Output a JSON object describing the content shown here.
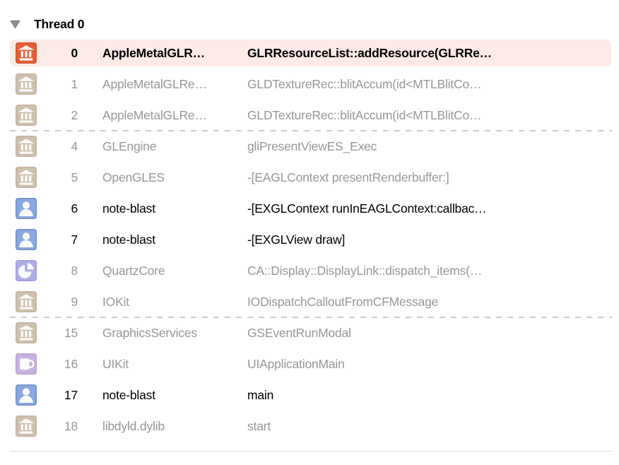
{
  "header": {
    "title": "Thread 0",
    "disclosure_icon": "triangle-down",
    "expanded": true
  },
  "colors": {
    "highlight_row_bg": "#fceae7",
    "gray_text": "#97979c",
    "black_text": "#000000",
    "separator": "#cccccc",
    "icon_orange": "#e2603c",
    "icon_beige": "#cdc0af",
    "icon_blue": "#8aa8dc",
    "icon_blue_border": "#7191c8",
    "icon_periwinkle": "#b0ade3",
    "icon_lilac": "#c7b2df"
  },
  "stack_frames": [
    {
      "index": "0",
      "module": "AppleMetalGLR…",
      "function": "GLRResourceList::addResource(GLRRe…",
      "icon": "bank",
      "icon_name": "framework-bank-icon-orange",
      "icon_bg": "#e2603c",
      "icon_border": "#d5532f",
      "text_style": "bold",
      "highlighted": true,
      "separator_after": false
    },
    {
      "index": "1",
      "module": "AppleMetalGLRe…",
      "function": "GLDTextureRec::blitAccum(id<MTLBlitCo…",
      "icon": "bank",
      "icon_name": "framework-bank-icon",
      "icon_bg": "#cdc0af",
      "icon_border": "#c2b3a0",
      "text_style": "gray",
      "highlighted": false,
      "separator_after": false
    },
    {
      "index": "2",
      "module": "AppleMetalGLRe…",
      "function": "GLDTextureRec::blitAccum(id<MTLBlitCo…",
      "icon": "bank",
      "icon_name": "framework-bank-icon",
      "icon_bg": "#cdc0af",
      "icon_border": "#c2b3a0",
      "text_style": "gray",
      "highlighted": false,
      "separator_after": true
    },
    {
      "index": "4",
      "module": "GLEngine",
      "function": "gliPresentViewES_Exec",
      "icon": "bank",
      "icon_name": "framework-bank-icon",
      "icon_bg": "#cdc0af",
      "icon_border": "#c2b3a0",
      "text_style": "gray",
      "highlighted": false,
      "separator_after": false
    },
    {
      "index": "5",
      "module": "OpenGLES",
      "function": "-[EAGLContext presentRenderbuffer:]",
      "icon": "bank",
      "icon_name": "framework-bank-icon",
      "icon_bg": "#cdc0af",
      "icon_border": "#c2b3a0",
      "text_style": "gray",
      "highlighted": false,
      "separator_after": false
    },
    {
      "index": "6",
      "module": "note-blast",
      "function": "-[EXGLContext runInEAGLContext:callbac…",
      "icon": "person",
      "icon_name": "user-code-person-icon",
      "icon_bg": "#8aa8dc",
      "icon_border": "#7191c8",
      "text_style": "black",
      "highlighted": false,
      "separator_after": false
    },
    {
      "index": "7",
      "module": "note-blast",
      "function": "-[EXGLView draw]",
      "icon": "person",
      "icon_name": "user-code-person-icon",
      "icon_bg": "#8aa8dc",
      "icon_border": "#7191c8",
      "text_style": "black",
      "highlighted": false,
      "separator_after": false
    },
    {
      "index": "8",
      "module": "QuartzCore",
      "function": "CA::Display::DisplayLink::dispatch_items(…",
      "icon": "pie",
      "icon_name": "quartzcore-pie-icon",
      "icon_bg": "#b0ade3",
      "icon_border": "#a19dd8",
      "text_style": "gray",
      "highlighted": false,
      "separator_after": false
    },
    {
      "index": "9",
      "module": "IOKit",
      "function": "IODispatchCalloutFromCFMessage",
      "icon": "bank",
      "icon_name": "framework-bank-icon",
      "icon_bg": "#cdc0af",
      "icon_border": "#c2b3a0",
      "text_style": "gray",
      "highlighted": false,
      "separator_after": true
    },
    {
      "index": "15",
      "module": "GraphicsServices",
      "function": "GSEventRunModal",
      "icon": "bank",
      "icon_name": "framework-bank-icon",
      "icon_bg": "#cdc0af",
      "icon_border": "#c2b3a0",
      "text_style": "gray",
      "highlighted": false,
      "separator_after": false
    },
    {
      "index": "16",
      "module": "UIKit",
      "function": "UIApplicationMain",
      "icon": "mug",
      "icon_name": "uikit-mug-icon",
      "icon_bg": "#c7b2df",
      "icon_border": "#b9a2d3",
      "text_style": "gray",
      "highlighted": false,
      "separator_after": false
    },
    {
      "index": "17",
      "module": "note-blast",
      "function": "main",
      "icon": "person",
      "icon_name": "user-code-person-icon",
      "icon_bg": "#8aa8dc",
      "icon_border": "#7191c8",
      "text_style": "black",
      "highlighted": false,
      "separator_after": false
    },
    {
      "index": "18",
      "module": "libdyld.dylib",
      "function": "start",
      "icon": "bank",
      "icon_name": "framework-bank-icon",
      "icon_bg": "#cdc0af",
      "icon_border": "#c2b3a0",
      "text_style": "gray",
      "highlighted": false,
      "separator_after": false
    }
  ]
}
